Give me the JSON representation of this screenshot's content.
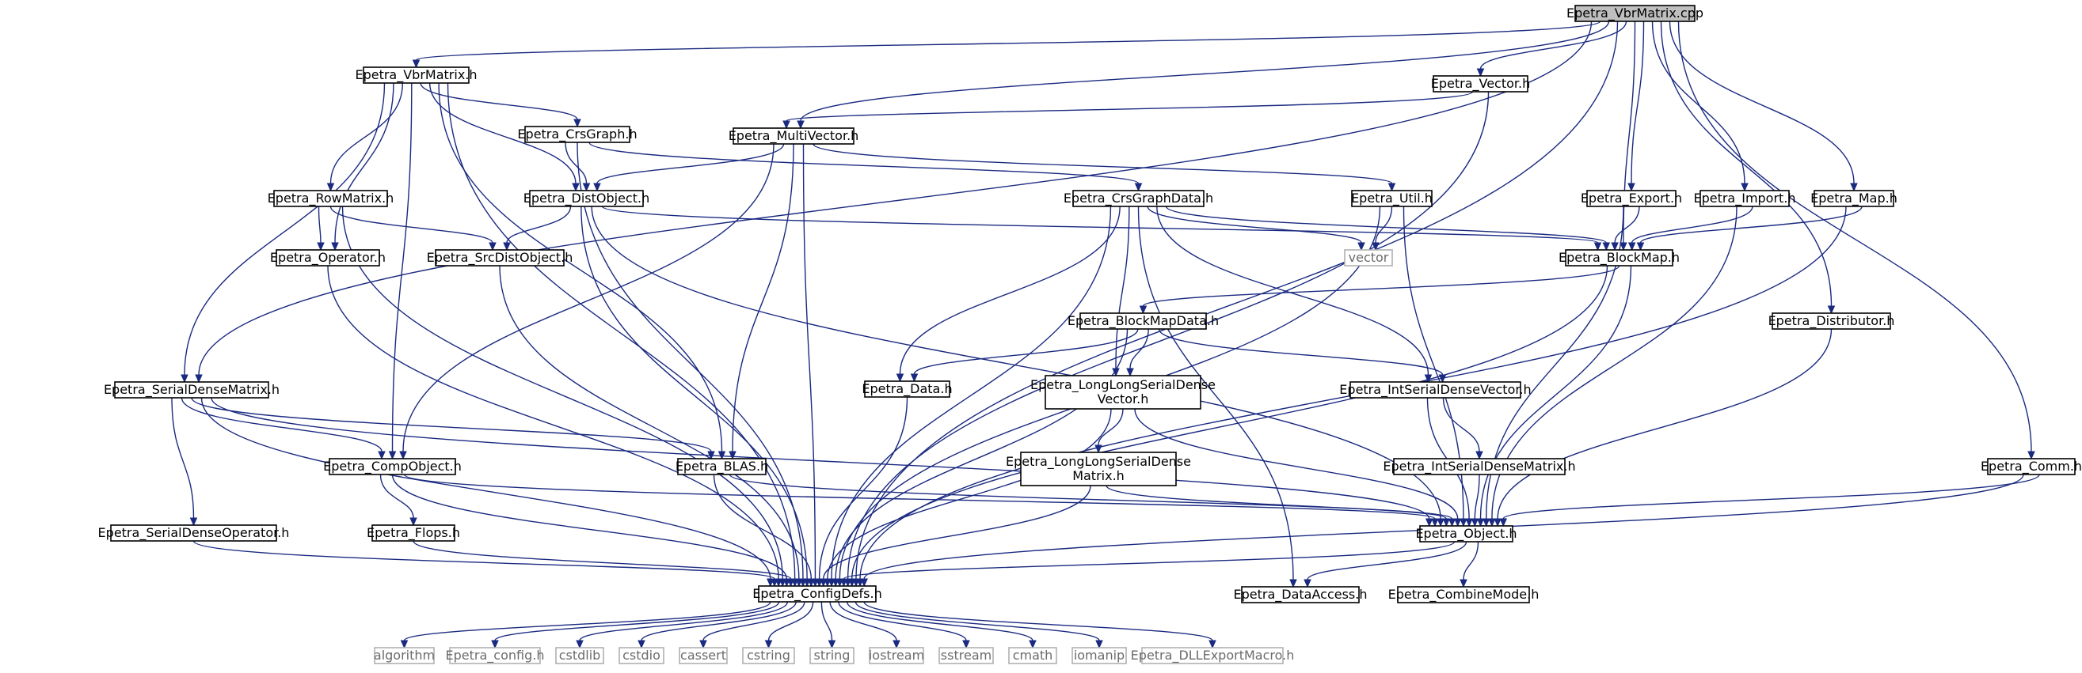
{
  "graph": {
    "nodes": [
      {
        "id": "vbrcpp",
        "label": "Epetra_VbrMatrix.cpp",
        "kind": "root"
      },
      {
        "id": "vbrh",
        "label": "Epetra_VbrMatrix.h",
        "kind": "header"
      },
      {
        "id": "vector",
        "label": "Epetra_Vector.h",
        "kind": "header"
      },
      {
        "id": "crsgraph",
        "label": "Epetra_CrsGraph.h",
        "kind": "header"
      },
      {
        "id": "multivector",
        "label": "Epetra_MultiVector.h",
        "kind": "header"
      },
      {
        "id": "rowmatrix",
        "label": "Epetra_RowMatrix.h",
        "kind": "header"
      },
      {
        "id": "distobject",
        "label": "Epetra_DistObject.h",
        "kind": "header"
      },
      {
        "id": "crsgraphdata",
        "label": "Epetra_CrsGraphData.h",
        "kind": "header"
      },
      {
        "id": "util",
        "label": "Epetra_Util.h",
        "kind": "header"
      },
      {
        "id": "export",
        "label": "Epetra_Export.h",
        "kind": "header"
      },
      {
        "id": "import",
        "label": "Epetra_Import.h",
        "kind": "header"
      },
      {
        "id": "map",
        "label": "Epetra_Map.h",
        "kind": "header"
      },
      {
        "id": "operator",
        "label": "Epetra_Operator.h",
        "kind": "header"
      },
      {
        "id": "srcdist",
        "label": "Epetra_SrcDistObject.h",
        "kind": "header"
      },
      {
        "id": "vectorstd",
        "label": "vector",
        "kind": "external"
      },
      {
        "id": "blockmap",
        "label": "Epetra_BlockMap.h",
        "kind": "header"
      },
      {
        "id": "blockmapdata",
        "label": "Epetra_BlockMapData.h",
        "kind": "header"
      },
      {
        "id": "distributor",
        "label": "Epetra_Distributor.h",
        "kind": "header"
      },
      {
        "id": "serialdense",
        "label": "Epetra_SerialDenseMatrix.h",
        "kind": "header"
      },
      {
        "id": "data",
        "label": "Epetra_Data.h",
        "kind": "header"
      },
      {
        "id": "llsdv",
        "label": "Epetra_LongLongSerialDense\nVector.h",
        "kind": "header"
      },
      {
        "id": "isdv",
        "label": "Epetra_IntSerialDenseVector.h",
        "kind": "header"
      },
      {
        "id": "compobject",
        "label": "Epetra_CompObject.h",
        "kind": "header"
      },
      {
        "id": "blas",
        "label": "Epetra_BLAS.h",
        "kind": "header"
      },
      {
        "id": "llsdm",
        "label": "Epetra_LongLongSerialDense\nMatrix.h",
        "kind": "header"
      },
      {
        "id": "isdm",
        "label": "Epetra_IntSerialDenseMatrix.h",
        "kind": "header"
      },
      {
        "id": "comm",
        "label": "Epetra_Comm.h",
        "kind": "header"
      },
      {
        "id": "sdo",
        "label": "Epetra_SerialDenseOperator.h",
        "kind": "header"
      },
      {
        "id": "flops",
        "label": "Epetra_Flops.h",
        "kind": "header"
      },
      {
        "id": "object",
        "label": "Epetra_Object.h",
        "kind": "header"
      },
      {
        "id": "configdefs",
        "label": "Epetra_ConfigDefs.h",
        "kind": "header"
      },
      {
        "id": "dataaccess",
        "label": "Epetra_DataAccess.h",
        "kind": "header"
      },
      {
        "id": "combinemode",
        "label": "Epetra_CombineMode.h",
        "kind": "header"
      },
      {
        "id": "algorithm",
        "label": "algorithm",
        "kind": "external"
      },
      {
        "id": "econfig",
        "label": "Epetra_config.h",
        "kind": "external"
      },
      {
        "id": "cstdlib",
        "label": "cstdlib",
        "kind": "external"
      },
      {
        "id": "cstdio",
        "label": "cstdio",
        "kind": "external"
      },
      {
        "id": "cassert",
        "label": "cassert",
        "kind": "external"
      },
      {
        "id": "cstring",
        "label": "cstring",
        "kind": "external"
      },
      {
        "id": "string",
        "label": "string",
        "kind": "external"
      },
      {
        "id": "iostream",
        "label": "iostream",
        "kind": "external"
      },
      {
        "id": "sstream",
        "label": "sstream",
        "kind": "external"
      },
      {
        "id": "cmath",
        "label": "cmath",
        "kind": "external"
      },
      {
        "id": "iomanip",
        "label": "iomanip",
        "kind": "external"
      },
      {
        "id": "dllexport",
        "label": "Epetra_DLLExportMacro.h",
        "kind": "external"
      }
    ],
    "edges": [
      [
        "vbrcpp",
        "vbrh"
      ],
      [
        "vbrcpp",
        "vector"
      ],
      [
        "vbrcpp",
        "multivector"
      ],
      [
        "vbrcpp",
        "export"
      ],
      [
        "vbrcpp",
        "import"
      ],
      [
        "vbrcpp",
        "map"
      ],
      [
        "vbrcpp",
        "blockmap"
      ],
      [
        "vbrcpp",
        "distributor"
      ],
      [
        "vbrcpp",
        "comm"
      ],
      [
        "vbrcpp",
        "serialdense"
      ],
      [
        "vbrcpp",
        "configdefs"
      ],
      [
        "vbrh",
        "crsgraph"
      ],
      [
        "vbrh",
        "distobject"
      ],
      [
        "vbrh",
        "rowmatrix"
      ],
      [
        "vbrh",
        "operator"
      ],
      [
        "vbrh",
        "serialdense"
      ],
      [
        "vbrh",
        "compobject"
      ],
      [
        "vbrh",
        "blas"
      ],
      [
        "vbrh",
        "configdefs"
      ],
      [
        "vector",
        "multivector"
      ],
      [
        "vector",
        "configdefs"
      ],
      [
        "crsgraph",
        "distobject"
      ],
      [
        "crsgraph",
        "crsgraphdata"
      ],
      [
        "crsgraph",
        "configdefs"
      ],
      [
        "multivector",
        "distobject"
      ],
      [
        "multivector",
        "util"
      ],
      [
        "multivector",
        "compobject"
      ],
      [
        "multivector",
        "blas"
      ],
      [
        "multivector",
        "configdefs"
      ],
      [
        "rowmatrix",
        "operator"
      ],
      [
        "rowmatrix",
        "srcdist"
      ],
      [
        "rowmatrix",
        "configdefs"
      ],
      [
        "distobject",
        "srcdist"
      ],
      [
        "distobject",
        "blockmap"
      ],
      [
        "distobject",
        "object"
      ],
      [
        "distobject",
        "configdefs"
      ],
      [
        "crsgraphdata",
        "blockmap"
      ],
      [
        "crsgraphdata",
        "data"
      ],
      [
        "crsgraphdata",
        "llsdv"
      ],
      [
        "crsgraphdata",
        "isdv"
      ],
      [
        "crsgraphdata",
        "vectorstd"
      ],
      [
        "crsgraphdata",
        "dataaccess"
      ],
      [
        "crsgraphdata",
        "configdefs"
      ],
      [
        "util",
        "vectorstd"
      ],
      [
        "util",
        "object"
      ],
      [
        "util",
        "configdefs"
      ],
      [
        "export",
        "blockmap"
      ],
      [
        "export",
        "object"
      ],
      [
        "import",
        "blockmap"
      ],
      [
        "import",
        "object"
      ],
      [
        "map",
        "blockmap"
      ],
      [
        "map",
        "configdefs"
      ],
      [
        "operator",
        "configdefs"
      ],
      [
        "srcdist",
        "configdefs"
      ],
      [
        "blockmap",
        "blockmapdata"
      ],
      [
        "blockmap",
        "object"
      ],
      [
        "blockmap",
        "configdefs"
      ],
      [
        "blockmapdata",
        "data"
      ],
      [
        "blockmapdata",
        "llsdv"
      ],
      [
        "blockmapdata",
        "isdv"
      ],
      [
        "blockmapdata",
        "configdefs"
      ],
      [
        "distributor",
        "object"
      ],
      [
        "serialdense",
        "compobject"
      ],
      [
        "serialdense",
        "blas"
      ],
      [
        "serialdense",
        "sdo"
      ],
      [
        "serialdense",
        "object"
      ],
      [
        "serialdense",
        "configdefs"
      ],
      [
        "data",
        "configdefs"
      ],
      [
        "llsdv",
        "llsdm"
      ],
      [
        "llsdv",
        "object"
      ],
      [
        "llsdv",
        "configdefs"
      ],
      [
        "isdv",
        "isdm"
      ],
      [
        "isdv",
        "object"
      ],
      [
        "compobject",
        "flops"
      ],
      [
        "compobject",
        "object"
      ],
      [
        "compobject",
        "configdefs"
      ],
      [
        "blas",
        "object"
      ],
      [
        "blas",
        "configdefs"
      ],
      [
        "llsdm",
        "object"
      ],
      [
        "llsdm",
        "configdefs"
      ],
      [
        "isdm",
        "object"
      ],
      [
        "comm",
        "object"
      ],
      [
        "comm",
        "configdefs"
      ],
      [
        "sdo",
        "configdefs"
      ],
      [
        "flops",
        "configdefs"
      ],
      [
        "object",
        "configdefs"
      ],
      [
        "object",
        "dataaccess"
      ],
      [
        "object",
        "combinemode"
      ],
      [
        "configdefs",
        "algorithm"
      ],
      [
        "configdefs",
        "econfig"
      ],
      [
        "configdefs",
        "cstdlib"
      ],
      [
        "configdefs",
        "cstdio"
      ],
      [
        "configdefs",
        "cassert"
      ],
      [
        "configdefs",
        "cstring"
      ],
      [
        "configdefs",
        "string"
      ],
      [
        "configdefs",
        "iostream"
      ],
      [
        "configdefs",
        "sstream"
      ],
      [
        "configdefs",
        "cmath"
      ],
      [
        "configdefs",
        "iomanip"
      ],
      [
        "configdefs",
        "dllexport"
      ]
    ]
  },
  "colors": {
    "edge": "#1a2a80",
    "node_border": "#000000",
    "external_border": "#b0b0b0",
    "root_fill": "#bfbfbf",
    "node_fill": "#ffffff"
  }
}
